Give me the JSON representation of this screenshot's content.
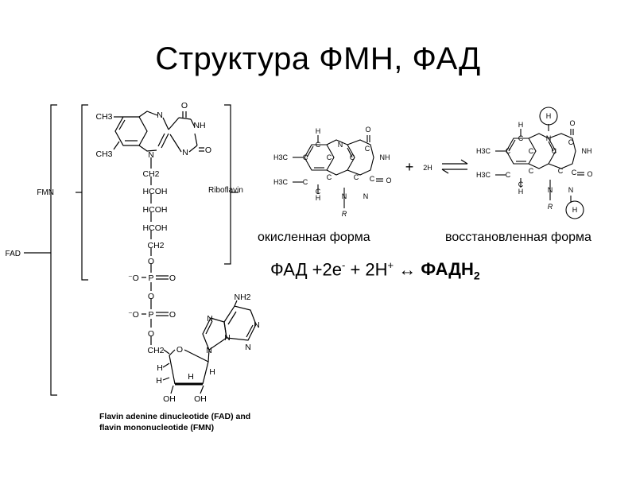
{
  "title": "Структура ФМН, ФАД",
  "left_structure": {
    "bracket_labels": {
      "fmn": "FMN",
      "fad": "FAD",
      "riboflavin": "Riboflavin"
    },
    "atoms": {
      "ch3_a": "CH3",
      "ch3_b": "CH3",
      "o_top": "O",
      "nh": "NH",
      "o_right": "O",
      "n_top": "N",
      "n_bottom": "N",
      "n_right": "N",
      "n_ribityl": "N",
      "ch2_1": "CH2",
      "hcoh_1": "HCOH",
      "hcoh_2": "HCOH",
      "hcoh_3": "HCOH",
      "ch2_2": "CH2",
      "o_1": "O",
      "o_minus_1": "⁻O",
      "p_1": "P",
      "o_eq_1": "O",
      "o_2": "O",
      "o_minus_2": "⁻O",
      "p_2": "P",
      "o_eq_2": "O",
      "o_3": "O",
      "ch2_3": "CH2",
      "o_ring": "O",
      "h_1": "H",
      "h_2": "H",
      "h_3": "H",
      "h_4": "H",
      "oh_1": "OH",
      "oh_2": "OH",
      "nh2": "NH2",
      "n_ad1": "N",
      "n_ad2": "N",
      "n_ad3": "N",
      "n_ad4": "N",
      "n_ad5": "N"
    },
    "caption": [
      "Flavin adenine dinucleotide (FAD) and",
      "flavin mononucleotide (FMN)"
    ]
  },
  "reaction": {
    "oxidized": {
      "atoms": {
        "h_top": "H",
        "h_bottom": "H",
        "h3c_a": "H3C",
        "h3c_b": "H3C",
        "c1": "C",
        "c2": "C",
        "c3": "C",
        "c4": "C",
        "c5": "C",
        "c6": "C",
        "c7": "C",
        "c8": "C",
        "c9": "C",
        "c10": "C",
        "n_top": "N",
        "n_bottom": "N",
        "n_nh": "NH",
        "n_low": "N",
        "o_top": "O",
        "o_right": "O",
        "r": "R"
      },
      "label": "окисленная форма"
    },
    "plus": "+",
    "reagent": "2H",
    "reduced": {
      "atoms": {
        "h_top": "H",
        "h_bottom": "H",
        "h3c_a": "H3C",
        "h3c_b": "H3C",
        "h_circ_top": "H",
        "h_circ_bottom": "H",
        "c1": "C",
        "c2": "C",
        "c3": "C",
        "c4": "C",
        "c5": "C",
        "c6": "C",
        "c7": "C",
        "c8": "C",
        "c9": "C",
        "c10": "C",
        "n_top": "N",
        "n_bottom": "N",
        "n_nh": "NH",
        "n_low": "N",
        "o_top": "O",
        "o_right": "O",
        "r": "R"
      },
      "label": "восстановленная форма"
    }
  },
  "equation": {
    "part1": "ФАД +2е",
    "sup1": "-",
    "part2": " + 2Н",
    "sup2": "+",
    "arrow": " ↔ ",
    "product": "ФАДН",
    "product_sub": "2"
  }
}
